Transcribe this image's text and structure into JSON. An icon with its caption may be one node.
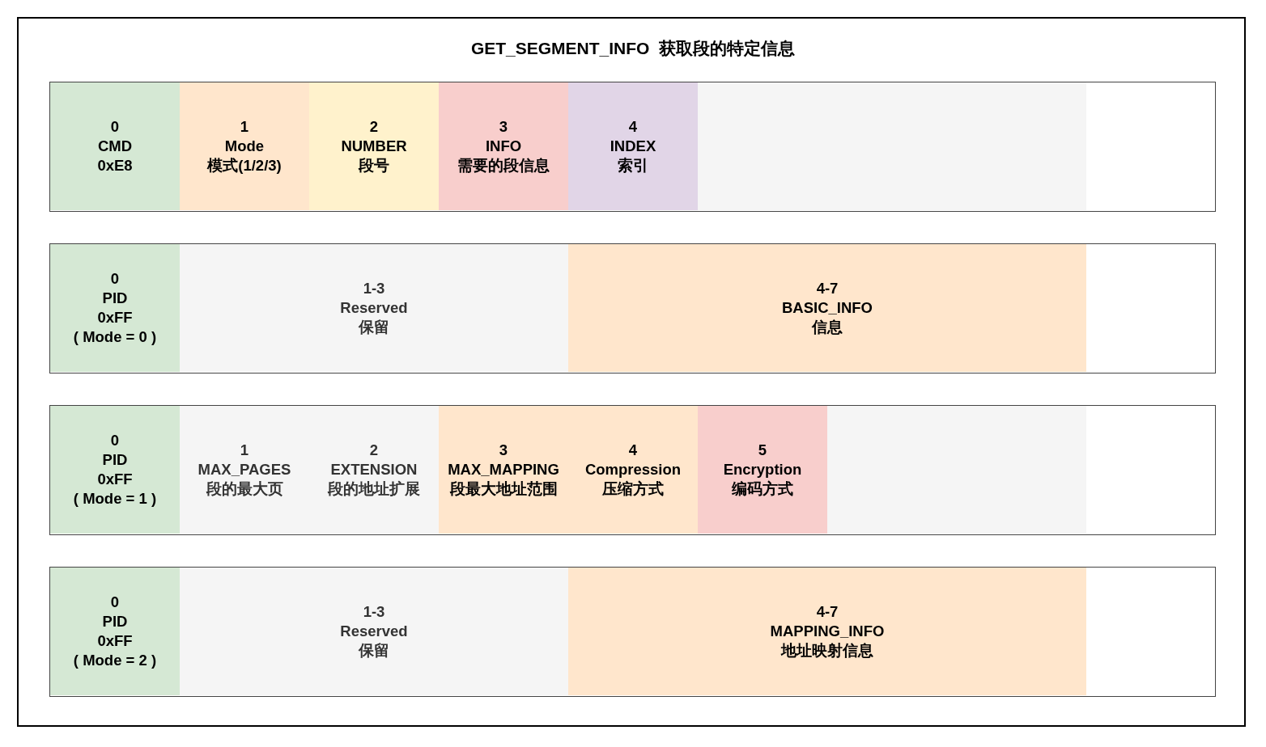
{
  "diagram": {
    "title": "GET_SEGMENT_INFO  获取段的特定信息",
    "nodes": [
      {
        "text": [],
        "shape": "box"
      },
      {
        "text": [
          "0",
          "CMD",
          "0xE8"
        ],
        "in": 0
      },
      {
        "text": [
          "1",
          "Mode",
          "模式(1/2/3)"
        ],
        "in": 0
      },
      {
        "text": [
          "2",
          "NUMBER",
          "段号"
        ],
        "in": 0
      },
      {
        "text": [
          "3",
          "INFO",
          "需要的段信息"
        ],
        "in": 0
      },
      {
        "text": [
          "4",
          "INDEX",
          "索引"
        ],
        "in": 0
      },
      {
        "text": [],
        "shape": "box",
        "in": 0
      },
      {
        "text": [],
        "shape": "box"
      },
      {
        "text": [
          "0",
          "PID",
          "0xFF",
          "( Mode = 0 )"
        ],
        "in": 7
      },
      {
        "text": [
          "1-3",
          "Reserved",
          "保留"
        ],
        "in": 7
      },
      {
        "text": [
          "4-7",
          "BASIC_INFO",
          "信息"
        ],
        "in": 7
      },
      {
        "text": [],
        "shape": "box"
      },
      {
        "text": [
          "0",
          "PID",
          "0xFF",
          "( Mode = 1 )"
        ],
        "in": 11
      },
      {
        "text": [
          "1",
          "MAX_PAGES",
          "段的最大页"
        ],
        "in": 11
      },
      {
        "text": [
          "2",
          "EXTENSION",
          "段的地址扩展"
        ],
        "in": 11
      },
      {
        "text": [
          "3",
          "MAX_MAPPING",
          "段最大地址范围"
        ],
        "in": 11
      },
      {
        "text": [
          "4",
          "Compression",
          "压缩方式"
        ],
        "in": 11
      },
      {
        "text": [
          "5",
          "Encryption",
          "编码方式"
        ],
        "in": 11
      },
      {
        "text": [],
        "shape": "box",
        "in": 11
      },
      {
        "text": [],
        "shape": "box"
      },
      {
        "text": [
          "0",
          "PID",
          "0xFF",
          "( Mode = 2 )"
        ],
        "in": 19
      },
      {
        "text": [
          "1-3",
          "Reserved",
          "保留"
        ],
        "in": 19
      },
      {
        "text": [
          "4-7",
          "MAPPING_INFO",
          "地址映射信息"
        ],
        "in": 19
      }
    ]
  }
}
